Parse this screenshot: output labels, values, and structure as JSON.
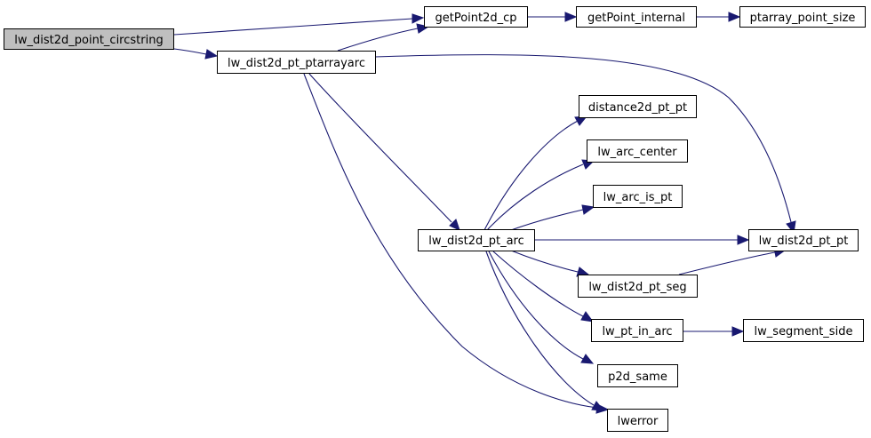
{
  "graph": {
    "nodes": {
      "root": "lw_dist2d_point_circstring",
      "getpoint2d_cp": "getPoint2d_cp",
      "getpoint_internal": "getPoint_internal",
      "ptarray_point_size": "ptarray_point_size",
      "ptarrayarc": "lw_dist2d_pt_ptarrayarc",
      "distance2d_pt_pt": "distance2d_pt_pt",
      "lw_arc_center": "lw_arc_center",
      "lw_arc_is_pt": "lw_arc_is_pt",
      "pt_arc": "lw_dist2d_pt_arc",
      "pt_pt": "lw_dist2d_pt_pt",
      "pt_seg": "lw_dist2d_pt_seg",
      "pt_in_arc": "lw_pt_in_arc",
      "segment_side": "lw_segment_side",
      "p2d_same": "p2d_same",
      "lwerror": "lwerror"
    }
  },
  "colors": {
    "edge": "#191970",
    "root_fill": "#bfbfbf",
    "node_fill": "#ffffff",
    "node_stroke": "#000000"
  }
}
